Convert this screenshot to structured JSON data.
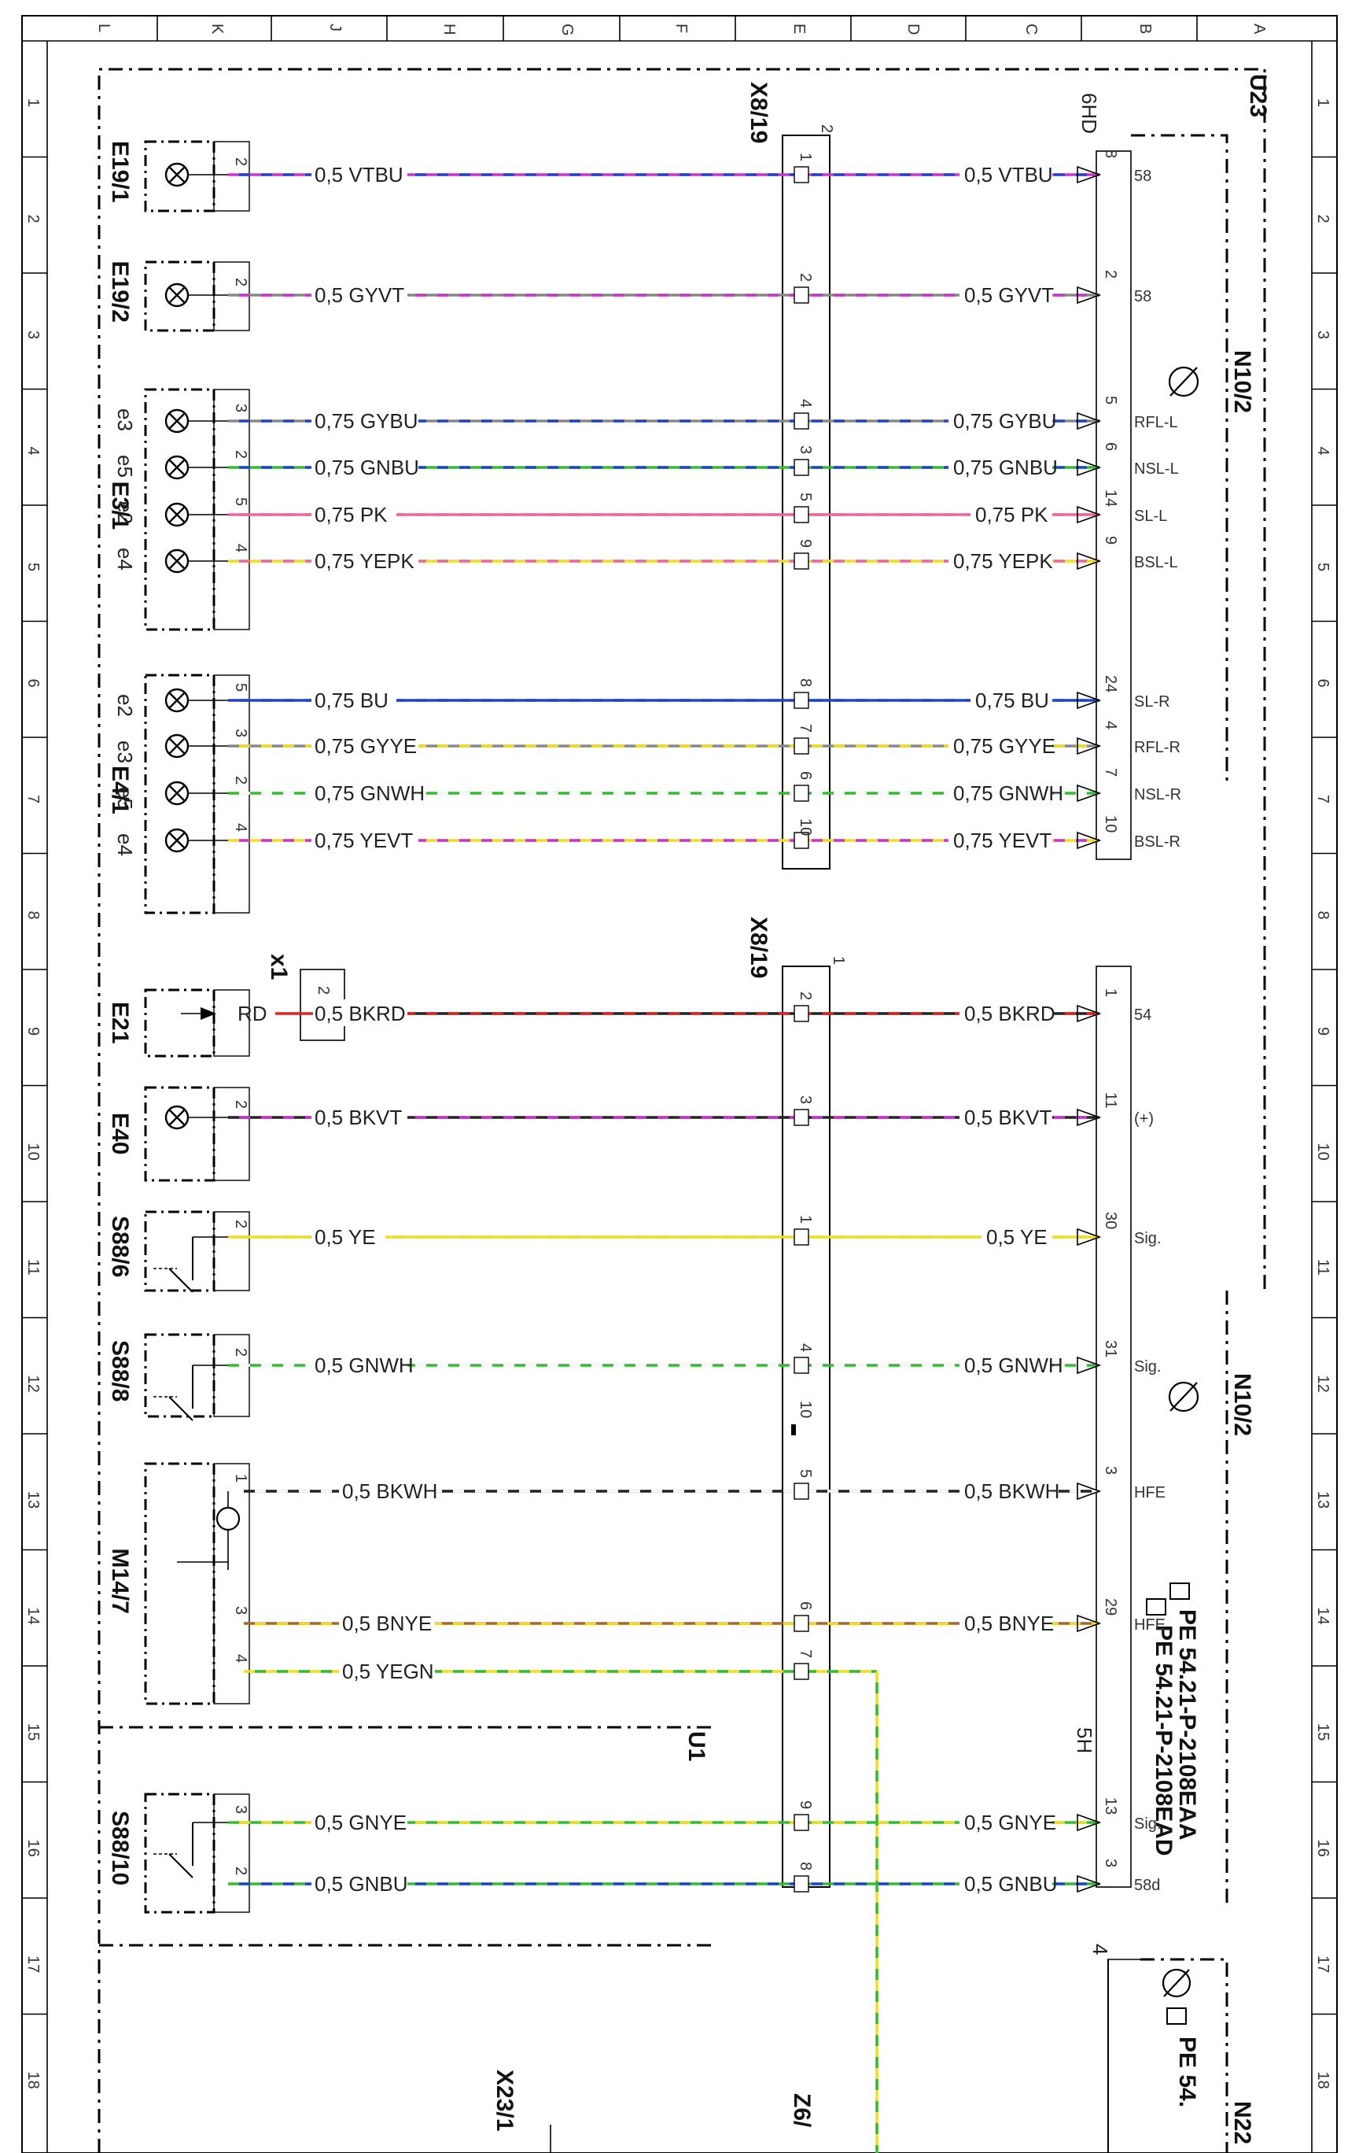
{
  "grid": {
    "top_letters": [
      "L",
      "K",
      "J",
      "H",
      "G",
      "F",
      "E",
      "D",
      "C",
      "B",
      "A"
    ],
    "side_numbers": [
      "1",
      "2",
      "3",
      "4",
      "5",
      "6",
      "7",
      "8",
      "9",
      "10",
      "11",
      "12",
      "13",
      "14",
      "15",
      "16",
      "17",
      "18"
    ]
  },
  "modules": {
    "u23": "U23",
    "u1": "U1",
    "n10_2_top": "N10/2",
    "n10_2_bottom": "N10/2",
    "n22": "N22",
    "x23": "X23/1",
    "z6": "Z6/",
    "x8_19_top": "X8/19",
    "x8_19_bottom": "X8/19",
    "x1": "x1",
    "conn_6hd": "6HD",
    "conn_5h": "5H",
    "conn_top_num": "2",
    "conn_bottom_num": "1",
    "conn_5h_side": "4",
    "pe_ref_1": "PE 54.21-P-2108EAA",
    "pe_ref_2": "PE 54.21-P-2108EAD",
    "pe_ref_3": "PE 54.",
    "x1_pin": "2"
  },
  "components": [
    {
      "label": "E19/1"
    },
    {
      "label": "E19/2"
    },
    {
      "label": "E3/1",
      "lamps": [
        "e3",
        "e5",
        "e2",
        "e4"
      ]
    },
    {
      "label": "E4/1",
      "lamps": [
        "e2",
        "e3",
        "e5",
        "e4"
      ]
    },
    {
      "label": "E21"
    },
    {
      "label": "E40"
    },
    {
      "label": "S88/6"
    },
    {
      "label": "S88/8"
    },
    {
      "label": "M14/7"
    },
    {
      "label": "S88/10"
    }
  ],
  "e21_wire_color": "RD",
  "wires": [
    {
      "left_pin": "2",
      "left_label": "0,5 VTBU",
      "x8_pin": "1",
      "right_label": "0,5 VTBU",
      "n_pin": "8",
      "signal": "58",
      "colors": [
        "#cc33cc",
        "#2244cc"
      ]
    },
    {
      "left_pin": "2",
      "left_label": "0,5 GYVT",
      "x8_pin": "2",
      "right_label": "0,5 GYVT",
      "n_pin": "2",
      "signal": "58",
      "colors": [
        "#888888",
        "#cc33cc"
      ]
    },
    {
      "left_pin": "3",
      "left_label": "0,75 GYBU",
      "x8_pin": "4",
      "right_label": "0,75 GYBU",
      "n_pin": "5",
      "signal": "RFL-L",
      "colors": [
        "#888888",
        "#2244cc"
      ]
    },
    {
      "left_pin": "2",
      "left_label": "0,75 GNBU",
      "x8_pin": "3",
      "right_label": "0,75 GNBU",
      "n_pin": "6",
      "signal": "NSL-L",
      "colors": [
        "#33bb33",
        "#2244cc"
      ]
    },
    {
      "left_pin": "5",
      "left_label": "0,75 PK",
      "x8_pin": "5",
      "right_label": "0,75 PK",
      "n_pin": "14",
      "signal": "SL-L",
      "colors": [
        "#ee6699",
        "#ee6699"
      ]
    },
    {
      "left_pin": "4",
      "left_label": "0,75 YEPK",
      "x8_pin": "9",
      "right_label": "0,75 YEPK",
      "n_pin": "9",
      "signal": "BSL-L",
      "colors": [
        "#eedd22",
        "#ee6699"
      ]
    },
    {
      "left_pin": "5",
      "left_label": "0,75 BU",
      "x8_pin": "8",
      "right_label": "0,75 BU",
      "n_pin": "24",
      "signal": "SL-R",
      "colors": [
        "#2244cc",
        "#2244cc"
      ]
    },
    {
      "left_pin": "3",
      "left_label": "0,75 GYYE",
      "x8_pin": "7",
      "right_label": "0,75 GYYE",
      "n_pin": "4",
      "signal": "RFL-R",
      "colors": [
        "#888888",
        "#eedd22"
      ]
    },
    {
      "left_pin": "2",
      "left_label": "0,75 GNWH",
      "x8_pin": "6",
      "right_label": "0,75 GNWH",
      "n_pin": "7",
      "signal": "NSL-R",
      "colors": [
        "#33bb33",
        "#ffffff"
      ]
    },
    {
      "left_pin": "4",
      "left_label": "0,75 YEVT",
      "x8_pin": "10",
      "right_label": "0,75 YEVT",
      "n_pin": "10",
      "signal": "BSL-R",
      "colors": [
        "#eedd22",
        "#cc33cc"
      ]
    },
    {
      "left_pin": "",
      "left_label": "0,5 BKRD",
      "x8_pin": "2",
      "right_label": "0,5 BKRD",
      "n_pin": "1",
      "signal": "54",
      "colors": [
        "#222222",
        "#dd2222"
      ]
    },
    {
      "left_pin": "2",
      "left_label": "0,5 BKVT",
      "x8_pin": "3",
      "right_label": "0,5 BKVT",
      "n_pin": "11",
      "signal": "(+)",
      "colors": [
        "#222222",
        "#cc33cc"
      ]
    },
    {
      "left_pin": "2",
      "left_label": "0,5 YE",
      "x8_pin": "1",
      "right_label": "0,5 YE",
      "n_pin": "30",
      "signal": "Sig.",
      "colors": [
        "#eedd22",
        "#eedd22"
      ]
    },
    {
      "left_pin": "2",
      "left_label": "0,5 GNWH",
      "x8_pin": "4",
      "right_label": "0,5 GNWH",
      "n_pin": "31",
      "signal": "Sig.",
      "colors": [
        "#33bb33",
        "#ffffff"
      ]
    },
    {
      "left_pin": "1",
      "left_label": "0,5 BKWH",
      "x8_pin": "5",
      "right_label": "0,5 BKWH",
      "n_pin": "3",
      "signal": "HFE",
      "colors": [
        "#222222",
        "#ffffff"
      ]
    },
    {
      "left_pin": "3",
      "left_label": "0,5 BNYE",
      "x8_pin": "6",
      "right_label": "0,5 BNYE",
      "n_pin": "29",
      "signal": "HFE",
      "colors": [
        "#aa6622",
        "#eedd22"
      ]
    },
    {
      "left_pin": "4",
      "left_label": "0,5 YEGN",
      "x8_pin": "7",
      "right_label": "",
      "n_pin": "",
      "signal": "",
      "colors": [
        "#eedd22",
        "#33bb33"
      ]
    },
    {
      "left_pin": "3",
      "left_label": "0,5 GNYE",
      "x8_pin": "9",
      "right_label": "0,5 GNYE",
      "n_pin": "13",
      "signal": "Sig.",
      "colors": [
        "#33bb33",
        "#eedd22"
      ]
    },
    {
      "left_pin": "2",
      "left_label": "0,5 GNBU",
      "x8_pin": "8",
      "right_label": "0,5 GNBU",
      "n_pin": "3",
      "signal": "58d",
      "colors": [
        "#33bb33",
        "#2244cc"
      ]
    }
  ],
  "x8_extra_pin": "10"
}
